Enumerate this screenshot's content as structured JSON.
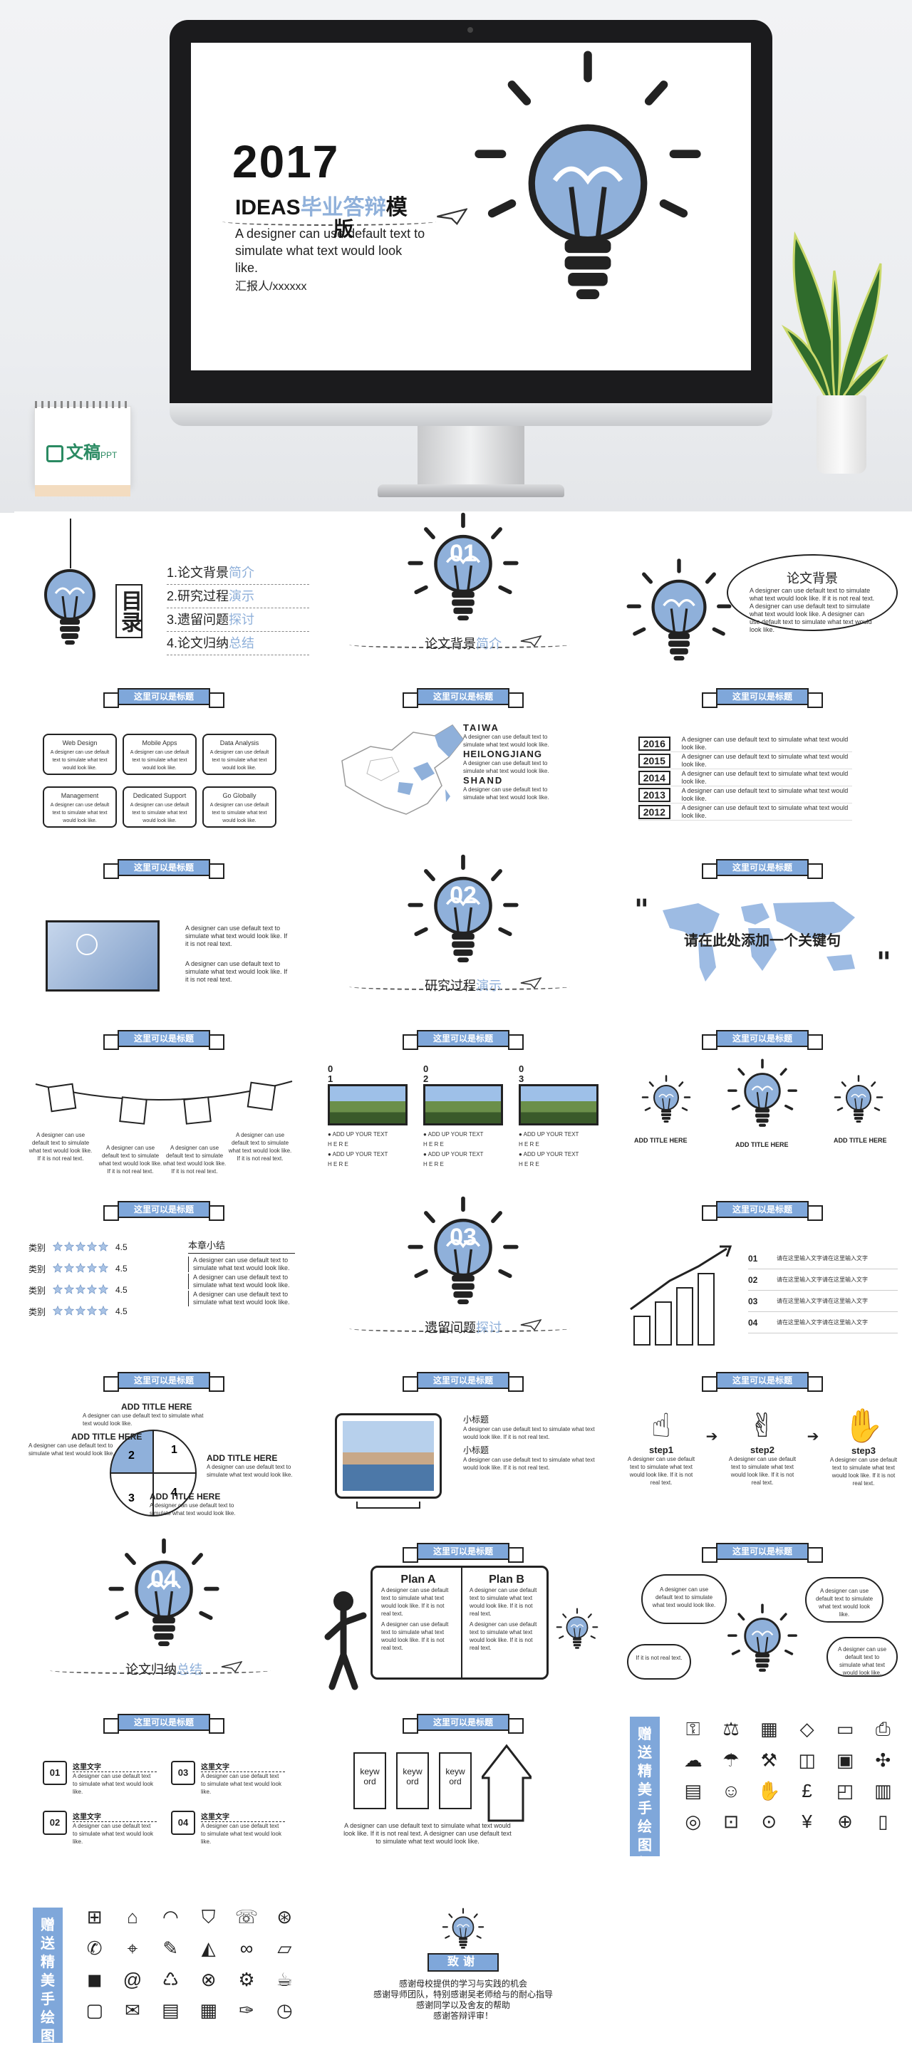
{
  "hero": {
    "year": "2017",
    "ideas": "IDEAS",
    "title_cn_a": "毕业答辩",
    "title_cn_b": "模",
    "title_cn_c": "版",
    "subtitle": "A designer can use default text to simulate what text would look like.",
    "reporter": "汇报人/xxxxxx",
    "calendar_brand": "文稿",
    "calendar_brand_sub": "PPT"
  },
  "banner_label": "这里可以是",
  "banner_accent": "标题",
  "contents": {
    "mulu": "目录",
    "items": [
      {
        "num": "1.",
        "main": "论文背景",
        "accent": "简介"
      },
      {
        "num": "2.",
        "main": "研究过程",
        "accent": "演示"
      },
      {
        "num": "3.",
        "main": "遗留问题",
        "accent": "探讨"
      },
      {
        "num": "4.",
        "main": "论文归纳",
        "accent": "总结"
      }
    ]
  },
  "sections": [
    {
      "num": "01",
      "main": "论文背景",
      "accent": "简介"
    },
    {
      "num": "02",
      "main": "研究过程",
      "accent": "演示"
    },
    {
      "num": "03",
      "main": "遗留问题",
      "accent": "探讨"
    },
    {
      "num": "04",
      "main": "论文归纳",
      "accent": "总结"
    }
  ],
  "background": {
    "title": "论文背景",
    "text": "A designer can use default text to simulate what text would look like. If it is not real text. A designer can use default text to simulate what text would look like. A designer can use default text to simulate what text would look like."
  },
  "services": [
    "Web Design",
    "Mobile Apps",
    "Data Analysis",
    "Management",
    "Dedicated Support",
    "Go Globally"
  ],
  "service_desc": "A designer can use default text to simulate what text would look like.",
  "map_slide": {
    "labels": [
      "TAIWA",
      "HEILONGJIANG",
      "SHAND"
    ],
    "text": "A designer can use default text to simulate what text would look like."
  },
  "timeline": {
    "years": [
      "2016",
      "2015",
      "2014",
      "2013",
      "2012"
    ],
    "text": "A designer can use default text to simulate what text would look like."
  },
  "photo_slide_text": "A designer can use default text to simulate what text would look like. If it is not real text.",
  "keyword": "请在此处添加一个关键句",
  "cards_text": "A designer can use default text to simulate what text would look like. If it is not real text.",
  "photos3": {
    "nums": [
      "0",
      "0",
      "0"
    ],
    "nums2": [
      "1",
      "2",
      "3"
    ],
    "line": "ADD UP YOUR TEXT",
    "here": "H E R E"
  },
  "bulbs3": [
    "ADD TITLE HERE",
    "ADD TITLE HERE",
    "ADD TITLE HERE"
  ],
  "ratings": {
    "label": "类别",
    "values": [
      "4.5",
      "4.5",
      "4.5",
      "4.5"
    ],
    "summary_title": "本章小结",
    "summary_text": "A designer can use default text to simulate what text would look like."
  },
  "stairs": {
    "items": [
      "01",
      "02",
      "03",
      "04"
    ],
    "text": "请在这里输入文字请在这里输入文字"
  },
  "pie": {
    "titles": [
      "ADD TITLE HERE",
      "ADD TITLE HERE",
      "ADD TITLE HERE",
      "ADD TITLE HERE"
    ],
    "nums": [
      "1",
      "2",
      "3",
      "4"
    ],
    "text": "A designer can use default text to simulate what text would look like."
  },
  "tv": {
    "heading_a": "小标题",
    "heading_b": "小标题",
    "text": "A designer can use default text to simulate what text would look like. If it is not real text."
  },
  "steps": {
    "label": "step",
    "nums": [
      "1",
      "2",
      "3"
    ],
    "text": "A designer can use default text to simulate what text would look like. If it is not real text."
  },
  "plans": {
    "a": "Plan A",
    "b": "Plan B",
    "text": "A designer can use default text to simulate what text would look like. If it is not real text."
  },
  "clouds_text": "A designer can use default text to simulate what text would look like.",
  "clouds_short": "If it is not real text.",
  "numbered": {
    "title": "这里文字",
    "nums": [
      "01",
      "02",
      "03",
      "04"
    ],
    "text": "A designer can use default text to simulate what text would look like."
  },
  "keywords": {
    "words": [
      "keyw ord",
      "keyw ord",
      "keyw ord"
    ],
    "text": "A designer can use default text to simulate what text would look like. If it is not real text. A designer can use default text to simulate what text would look like."
  },
  "icons_band": "赠送精美手绘图标",
  "thanks": {
    "title": "致谢",
    "lines": [
      "感谢母校提供的学习与实践的机会",
      "感谢导师团队，特别感谢吴老师给与的耐心指导",
      "感谢同学以及舍友的帮助",
      "感谢答辩评审！"
    ]
  },
  "colors": {
    "accent": "#8fb0da",
    "banner": "#7fa7da",
    "ink": "#222222"
  }
}
